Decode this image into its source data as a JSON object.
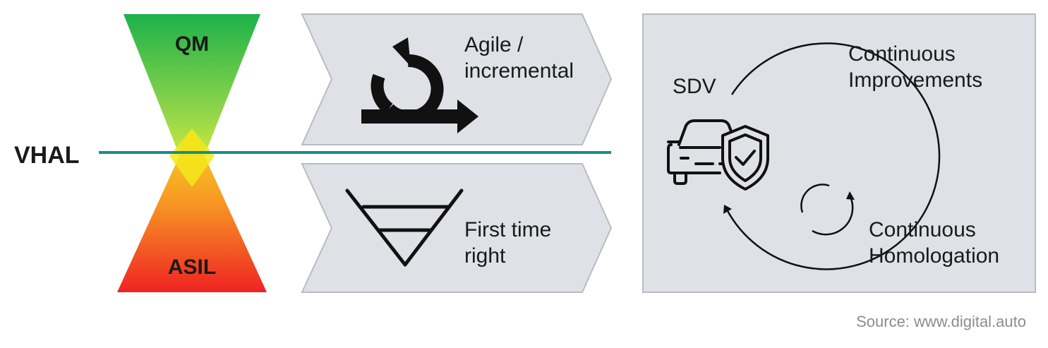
{
  "hourglass": {
    "top_label": "QM",
    "bottom_label": "ASIL",
    "colors": {
      "top": "#1db24a",
      "middle": "#f0e61e",
      "bottom": "#ee1c1c"
    }
  },
  "divider": {
    "label": "VHAL",
    "color": "#1a8c8c"
  },
  "approaches": [
    {
      "icon": "agile-cycle-arrows-icon",
      "lines": [
        "Agile /",
        "incremental"
      ]
    },
    {
      "icon": "v-model-funnel-icon",
      "lines": [
        "First time",
        "right"
      ]
    }
  ],
  "sdv_panel": {
    "label": "SDV",
    "icon": "car-with-shield-check-icon",
    "improvements_lines": [
      "Continuous",
      "Improvements"
    ],
    "homologation_lines": [
      "Continuous",
      "Homologation"
    ],
    "panel_color": "#dfe1e6"
  },
  "source": "Source: www.digital.auto"
}
